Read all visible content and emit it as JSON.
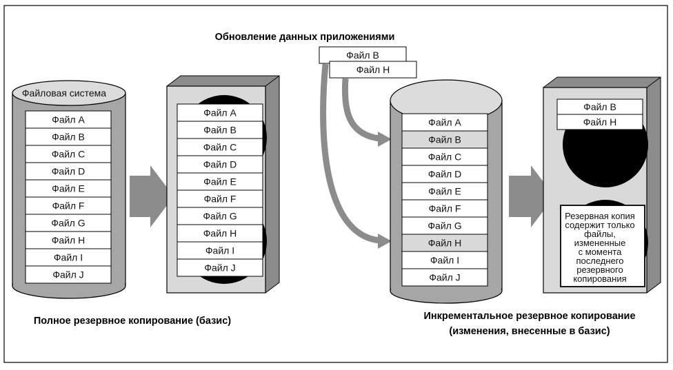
{
  "diagram": {
    "top_caption": "Обновление данных приложениями",
    "updated_files": [
      "Файл B",
      "Файл H"
    ],
    "filesystem_label": "Файловая система",
    "files": [
      "Файл A",
      "Файл B",
      "Файл C",
      "Файл D",
      "Файл E",
      "Файл F",
      "Файл G",
      "Файл H",
      "Файл I",
      "Файл J"
    ],
    "changed_files": [
      "Файл B",
      "Файл H"
    ],
    "full_backup_caption": "Полное резервное копирование (базис)",
    "incremental_caption_line1": "Инкрементальное резервное копирование",
    "incremental_caption_line2": "(изменения, внесенные в базис)",
    "incremental_note": [
      "Резервная копия",
      "содержит только",
      "файлы,",
      "измененные",
      "с момента",
      "последнего",
      "резервного",
      "копирования"
    ],
    "colors": {
      "cylinder": "#a6a6a6",
      "tape_face": "#d9d9d9",
      "reel": "#000000",
      "arrow": "#8c8c8c",
      "changed_row": "#d9d9d9",
      "cylinder_top": "#dcdcdc"
    }
  }
}
